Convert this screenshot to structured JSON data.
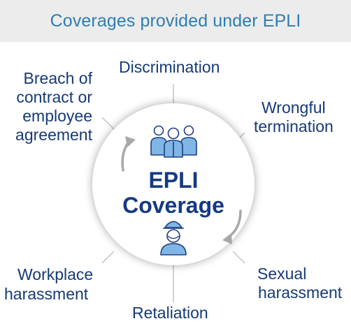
{
  "header": {
    "title": "Coverages provided under EPLI"
  },
  "hub": {
    "title_line1": "EPLI",
    "title_line2": "Coverage"
  },
  "coverages": {
    "discrimination": "Discrimination",
    "breach": [
      "Breach of",
      "contract or",
      "employee",
      "agreement"
    ],
    "wrongful_termination": [
      "Wrongful",
      "termination"
    ],
    "workplace_harassment": [
      "Workplace",
      "harassment"
    ],
    "sexual_harassment": [
      "Sexual",
      "harassment"
    ],
    "retaliation": "Retaliation"
  },
  "colors": {
    "header_bg": "#ececec",
    "header_text": "#2f7db0",
    "hub_text": "#153a83",
    "label_text": "#163a76",
    "connector": "#c4c4c4",
    "icon_fill": "#7fb6e5",
    "icon_stroke": "#1f3f82",
    "arrow": "#a8a8a8"
  },
  "icons": {
    "group": "people-group-icon",
    "person": "person-hat-icon",
    "cycle_arrows": "cycle-arrows-icon"
  }
}
